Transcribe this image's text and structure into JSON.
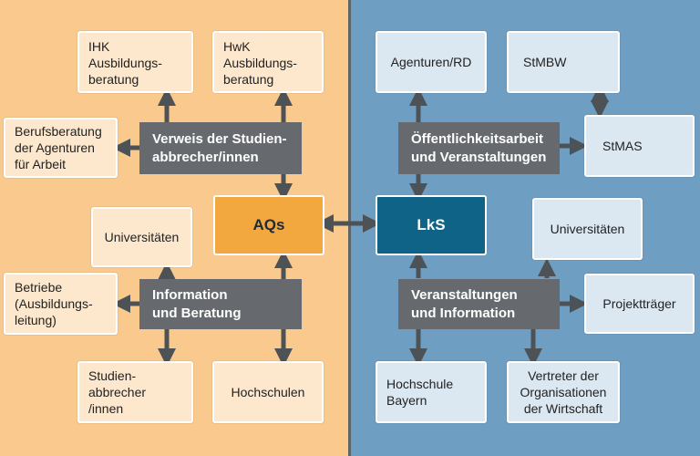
{
  "left": {
    "ihk": "IHK\nAusbildungs-\nberatung",
    "hwk": "HwK\nAusbildungs-\nberatung",
    "berufsberatung": "Berufsberatung\nder Agenturen\nfür Arbeit",
    "verweis": "Verweis der Studien-\nabbrecher/innen",
    "aqs": "AQs",
    "universitaeten": "Universitäten",
    "betriebe": "Betriebe\n(Ausbildungs-\nleitung)",
    "information": "Information\nund Beratung",
    "studienabbrecher": "Studien-\nabbrecher\n/innen",
    "hochschulen": "Hochschulen"
  },
  "right": {
    "agenturen": "Agenturen/RD",
    "stmbw": "StMBW",
    "oeffentlichkeit": "Öffentlichkeitsarbeit\nund Veranstaltungen",
    "stmas": "StMAS",
    "lks": "LkS",
    "universitaeten": "Universitäten",
    "veranstaltungen": "Veranstaltungen\nund Information",
    "projekttraeger": "Projektträger",
    "hochschule_bayern": "Hochschule\nBayern",
    "vertreter": "Vertreter der\nOrganisationen\nder Wirtschaft"
  },
  "colors": {
    "left_background": "#f9c98d",
    "right_background": "#6f9ec3",
    "left_box": "#fde8cd",
    "right_box": "#dce8f1",
    "hub_box": "#666a6e",
    "aqs": "#f2a83e",
    "lks": "#0f6386",
    "arrow": "#4d5256"
  }
}
